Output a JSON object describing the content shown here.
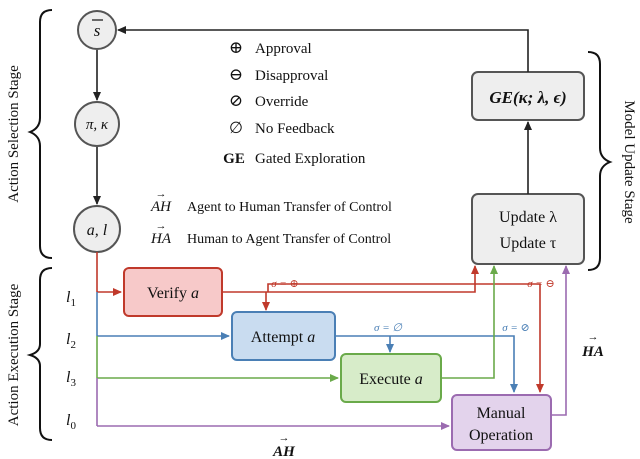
{
  "stages": {
    "action_selection": "Action Selection Stage",
    "action_execution": "Action Execution Stage",
    "model_update": "Model Update Stage"
  },
  "nodes": {
    "s_bar": "s",
    "policy": "π, κ",
    "action": "a, l",
    "ge_formula": "GE(κ; λ, ϵ)",
    "update_lambda": "Update λ",
    "update_tau": "Update τ",
    "verify": "Verify",
    "attempt": "Attempt",
    "execute": "Execute",
    "action_var": "a",
    "manual_line1": "Manual",
    "manual_line2": "Operation"
  },
  "legend": [
    {
      "symbol": "⊕",
      "label": "Approval"
    },
    {
      "symbol": "⊖",
      "label": "Disapproval"
    },
    {
      "symbol": "⊘",
      "label": "Override"
    },
    {
      "symbol": "∅",
      "label": "No Feedback"
    },
    {
      "symbol": "GE",
      "label": "Gated Exploration"
    }
  ],
  "transfers": [
    {
      "arrow": "→",
      "symbol": "AH",
      "label": "Agent to Human Transfer of Control"
    },
    {
      "arrow": "→",
      "symbol": "HA",
      "label": "Human to Agent Transfer of Control"
    }
  ],
  "levels": {
    "l1": "l",
    "l1_sub": "1",
    "l2": "l",
    "l2_sub": "2",
    "l3": "l",
    "l3_sub": "3",
    "l0": "l",
    "l0_sub": "0"
  },
  "sigma_labels": {
    "approval": "σ = ⊕",
    "disapproval": "σ = ⊖",
    "no_feedback": "σ = ∅",
    "override": "σ = ⊘"
  },
  "edge_labels": {
    "ha": "HA",
    "ah": "AH",
    "arrow": "→"
  },
  "colors": {
    "red": "#c0392b",
    "blue": "#4a7fb5",
    "green": "#6aaa4a",
    "purple": "#9b6bb0",
    "verify_fill": "#f7c9c9",
    "attempt_fill": "#c9dcf0",
    "execute_fill": "#d7ecc9",
    "manual_fill": "#e3d3ec",
    "node_fill": "#eeeeee"
  }
}
